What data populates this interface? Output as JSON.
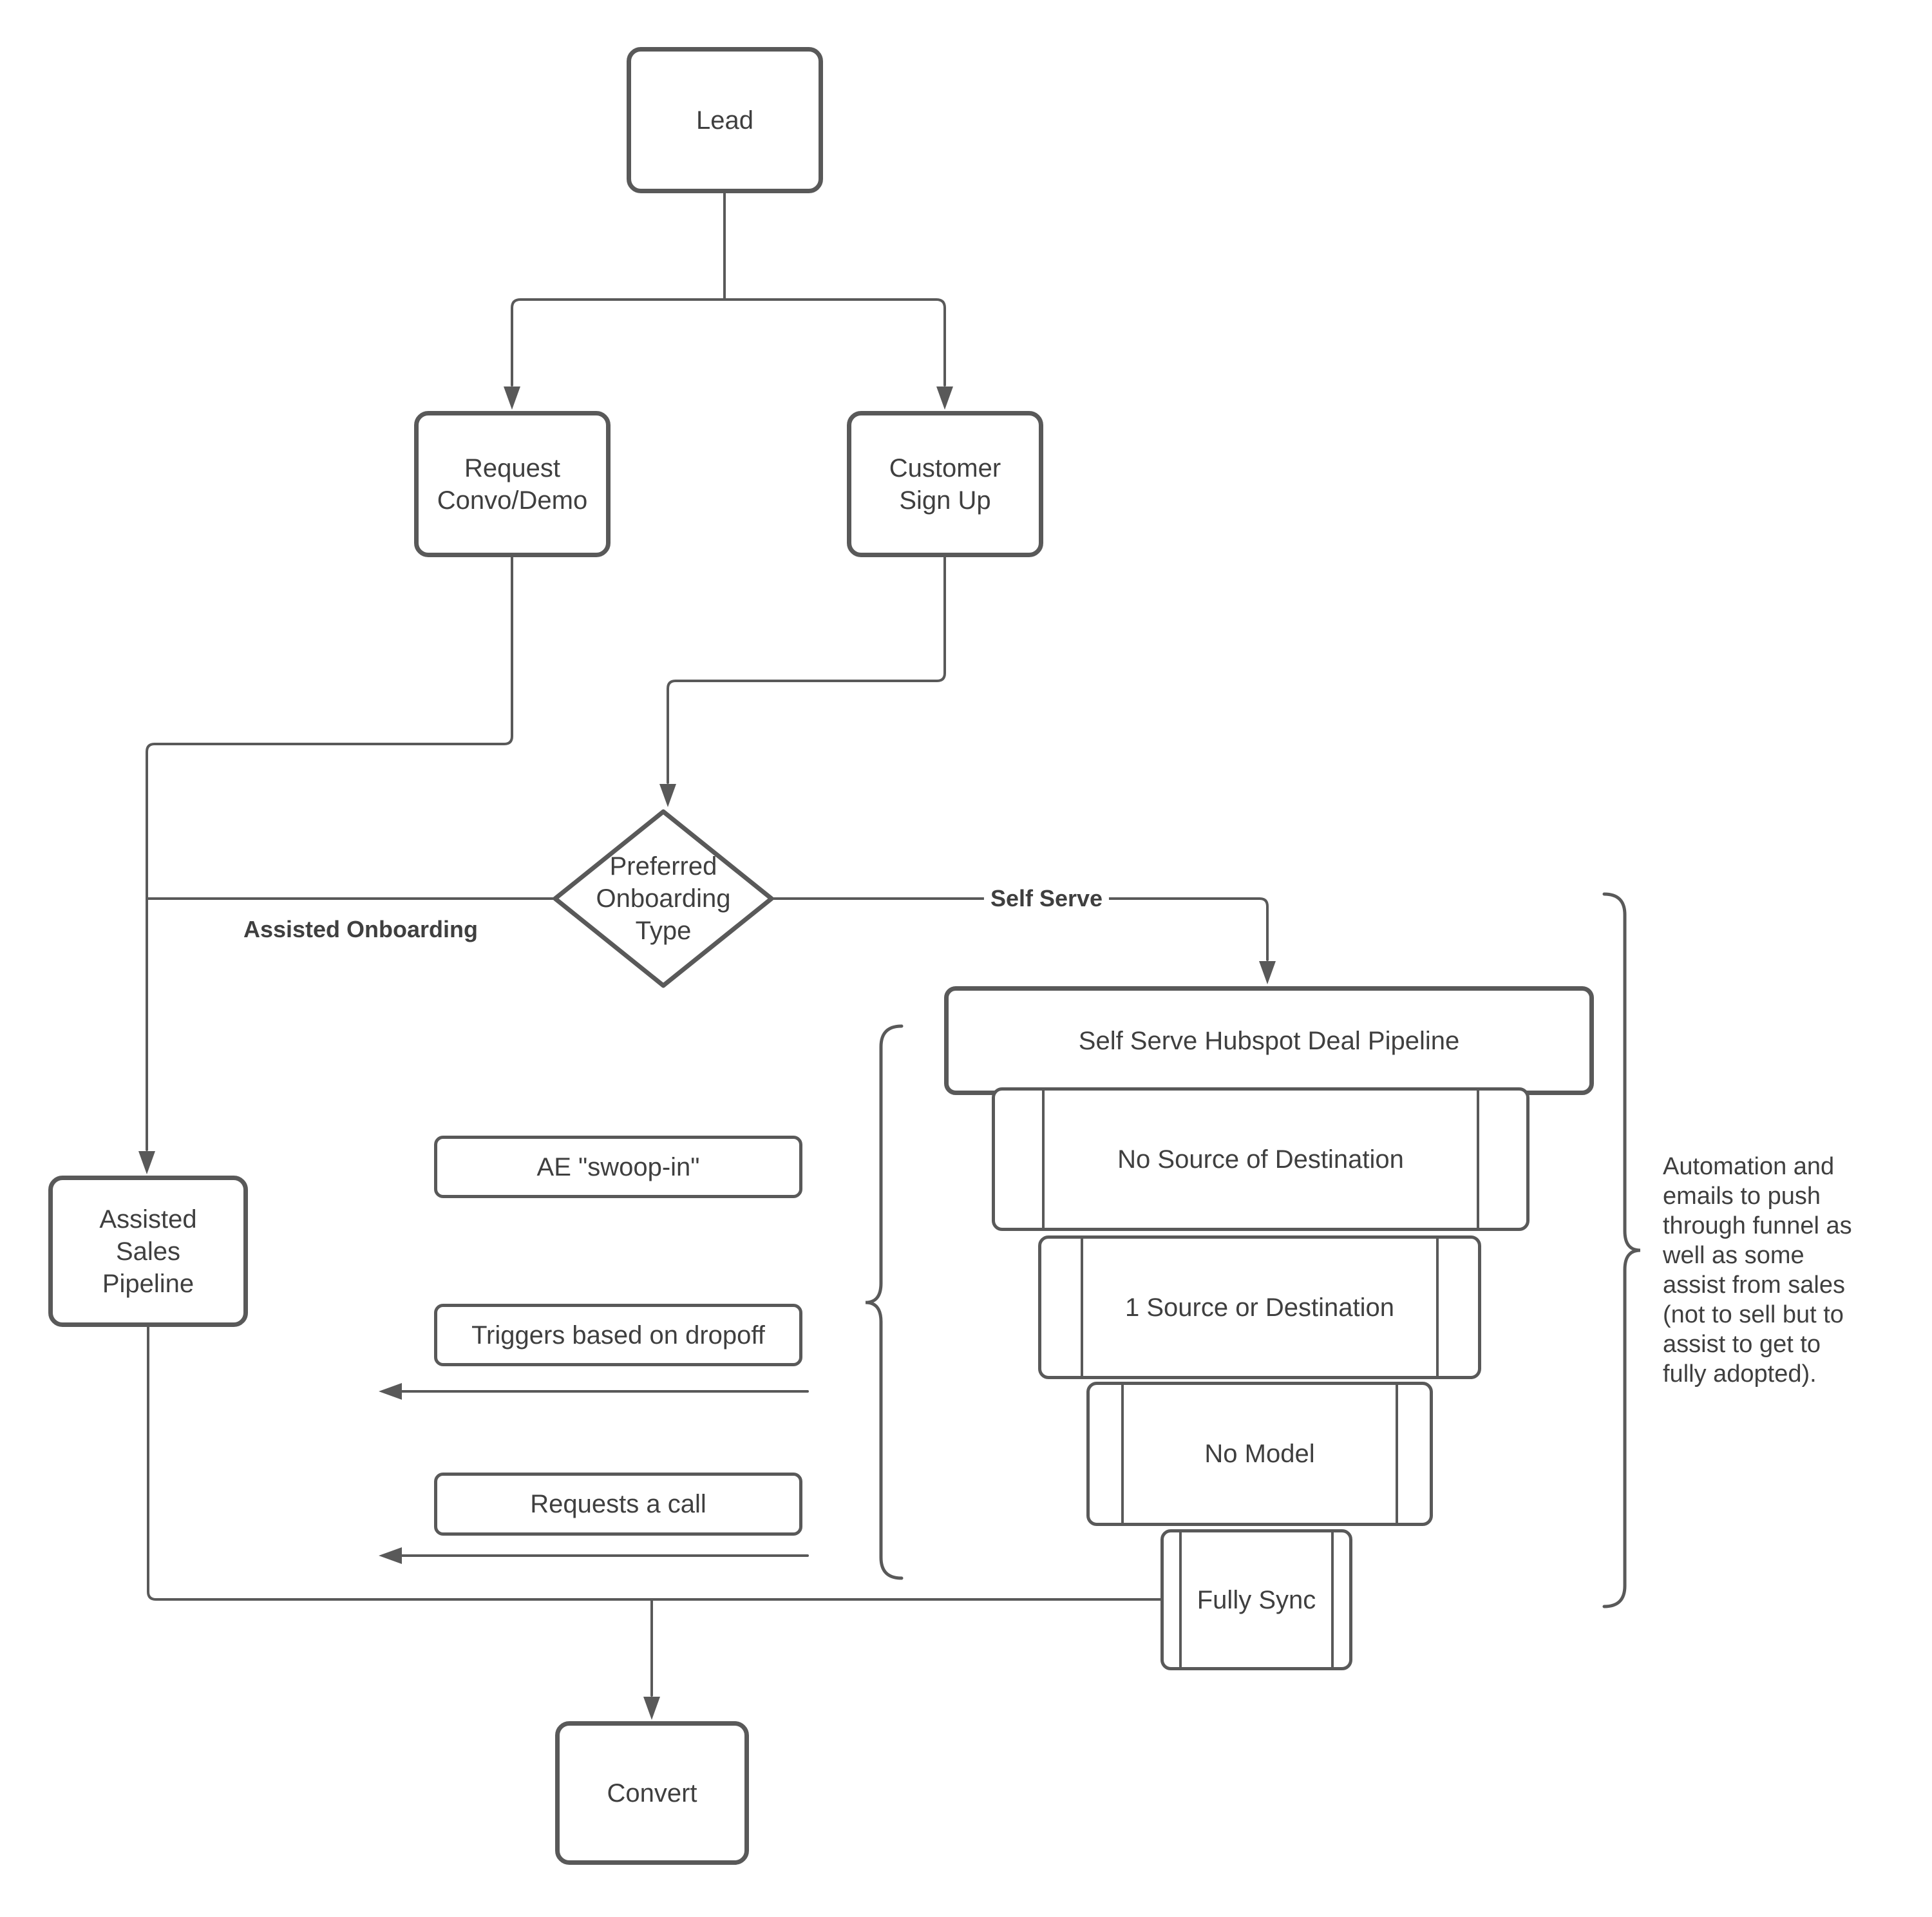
{
  "theme": {
    "stroke": "#595959",
    "text": "#3f3f3f",
    "bg": "#ffffff"
  },
  "nodes": {
    "lead": {
      "label": "Lead"
    },
    "request_convo": {
      "label": "Request\nConvo/Demo"
    },
    "customer_signup": {
      "label": "Customer\nSign Up"
    },
    "decision": {
      "label": "Preferred\nOnboarding\nType"
    },
    "assisted_pipeline": {
      "label": "Assisted\nSales\nPipeline"
    },
    "ae_swoop": {
      "label": "AE \"swoop-in\""
    },
    "triggers": {
      "label": "Triggers based on dropoff"
    },
    "requests_call": {
      "label": "Requests a call"
    },
    "selfserve_pipeline": {
      "label": "Self Serve Hubspot Deal Pipeline"
    },
    "funnel": [
      {
        "label": "No Source of Destination"
      },
      {
        "label": "1 Source or Destination"
      },
      {
        "label": "No Model"
      },
      {
        "label": "Fully Sync"
      }
    ],
    "convert": {
      "label": "Convert"
    }
  },
  "edge_labels": {
    "assisted": "Assisted Onboarding",
    "self_serve": "Self Serve"
  },
  "annotation": "Automation and\nemails to push\nthrough funnel as\nwell as some\nassist from sales\n(not to sell but to\nassist to get to\nfully adopted)."
}
